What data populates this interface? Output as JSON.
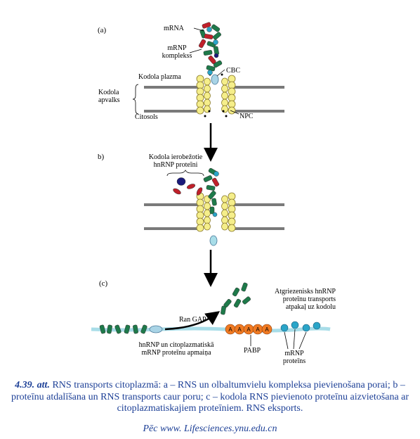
{
  "figure": {
    "panel_a": "(a)",
    "panel_b": "b)",
    "panel_c": "(c)",
    "mrna": "mRNA",
    "mrnp_line1": "mRNP",
    "mrnp_line2": "komplekss",
    "cbc": "CBC",
    "nucleoplasm": "Kodola plazma",
    "envelope_line1": "Kodola",
    "envelope_line2": "apvalks",
    "cytosol": "Citosols",
    "npc": "NPC",
    "restricted_line1": "Kodola  ierobežotie",
    "restricted_line2": "hnRNP proteīni",
    "returning_line1": "Atgriezenisks hnRNP",
    "returning_line2": "proteīnu transports",
    "returning_line3": "atpakaļ uz kodolu",
    "ran_gap": "Ran GAP",
    "exchange_line1": "hnRNP un citoplazmatiskā",
    "exchange_line2": "mRNP proteīnu apmaiņa",
    "pabp": "PABP",
    "mrnp_prot_line1": "mRNP",
    "mrnp_prot_line2": "proteīns",
    "pabp_letter": "A"
  },
  "caption": {
    "number": "4.39. att.",
    "text": " RNS transports citoplazmā: a – RNS un olbaltumvielu kompleksa pievienošana porai; b – proteīnu atdalīšana un RNS transports caur poru; c – kodola RNS pievienoto  proteīnu aizvietošana ar citoplazmatiskajiem proteīniem. RNS eksports."
  },
  "source": "Pēc www. Lifesciences.ynu.edu.cn",
  "colors": {
    "envelope": "#7a7a7a",
    "npc_fill": "#f5ee8a",
    "npc_stroke": "#8a7a2a",
    "protein_green": "#1e7a4a",
    "protein_red": "#c0202a",
    "protein_blue_dark": "#1a1a7a",
    "cbc_blue": "#a9d4e6",
    "rna_light": "#a8dde8",
    "pabp_orange": "#f07a22",
    "mrnp_teal": "#2aa5c8",
    "caption_text": "#1c3f96"
  }
}
